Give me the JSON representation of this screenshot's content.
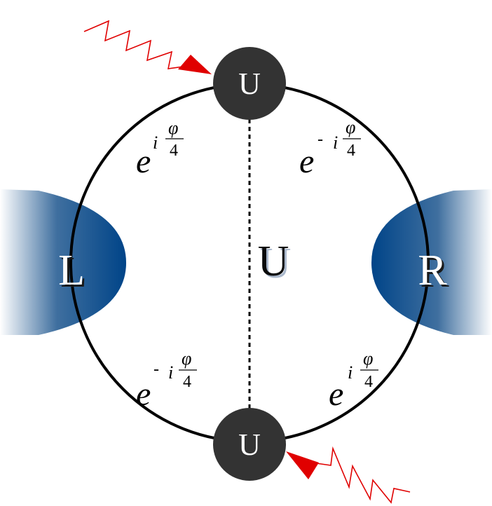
{
  "colors": {
    "lead_blue": "#004488",
    "ring": "#000000",
    "node": "#333333",
    "photon": "#e00000"
  },
  "leads": {
    "left": "L",
    "right": "R"
  },
  "nodes": {
    "top": "U",
    "bottom": "U"
  },
  "center_label": "U",
  "phase": {
    "base": "e",
    "imag": "i",
    "minus": "-",
    "numerator": "φ",
    "denominator": "4"
  },
  "icons": [
    "wavy-photon-arrow-icon",
    "wavy-photon-arrow-icon"
  ]
}
